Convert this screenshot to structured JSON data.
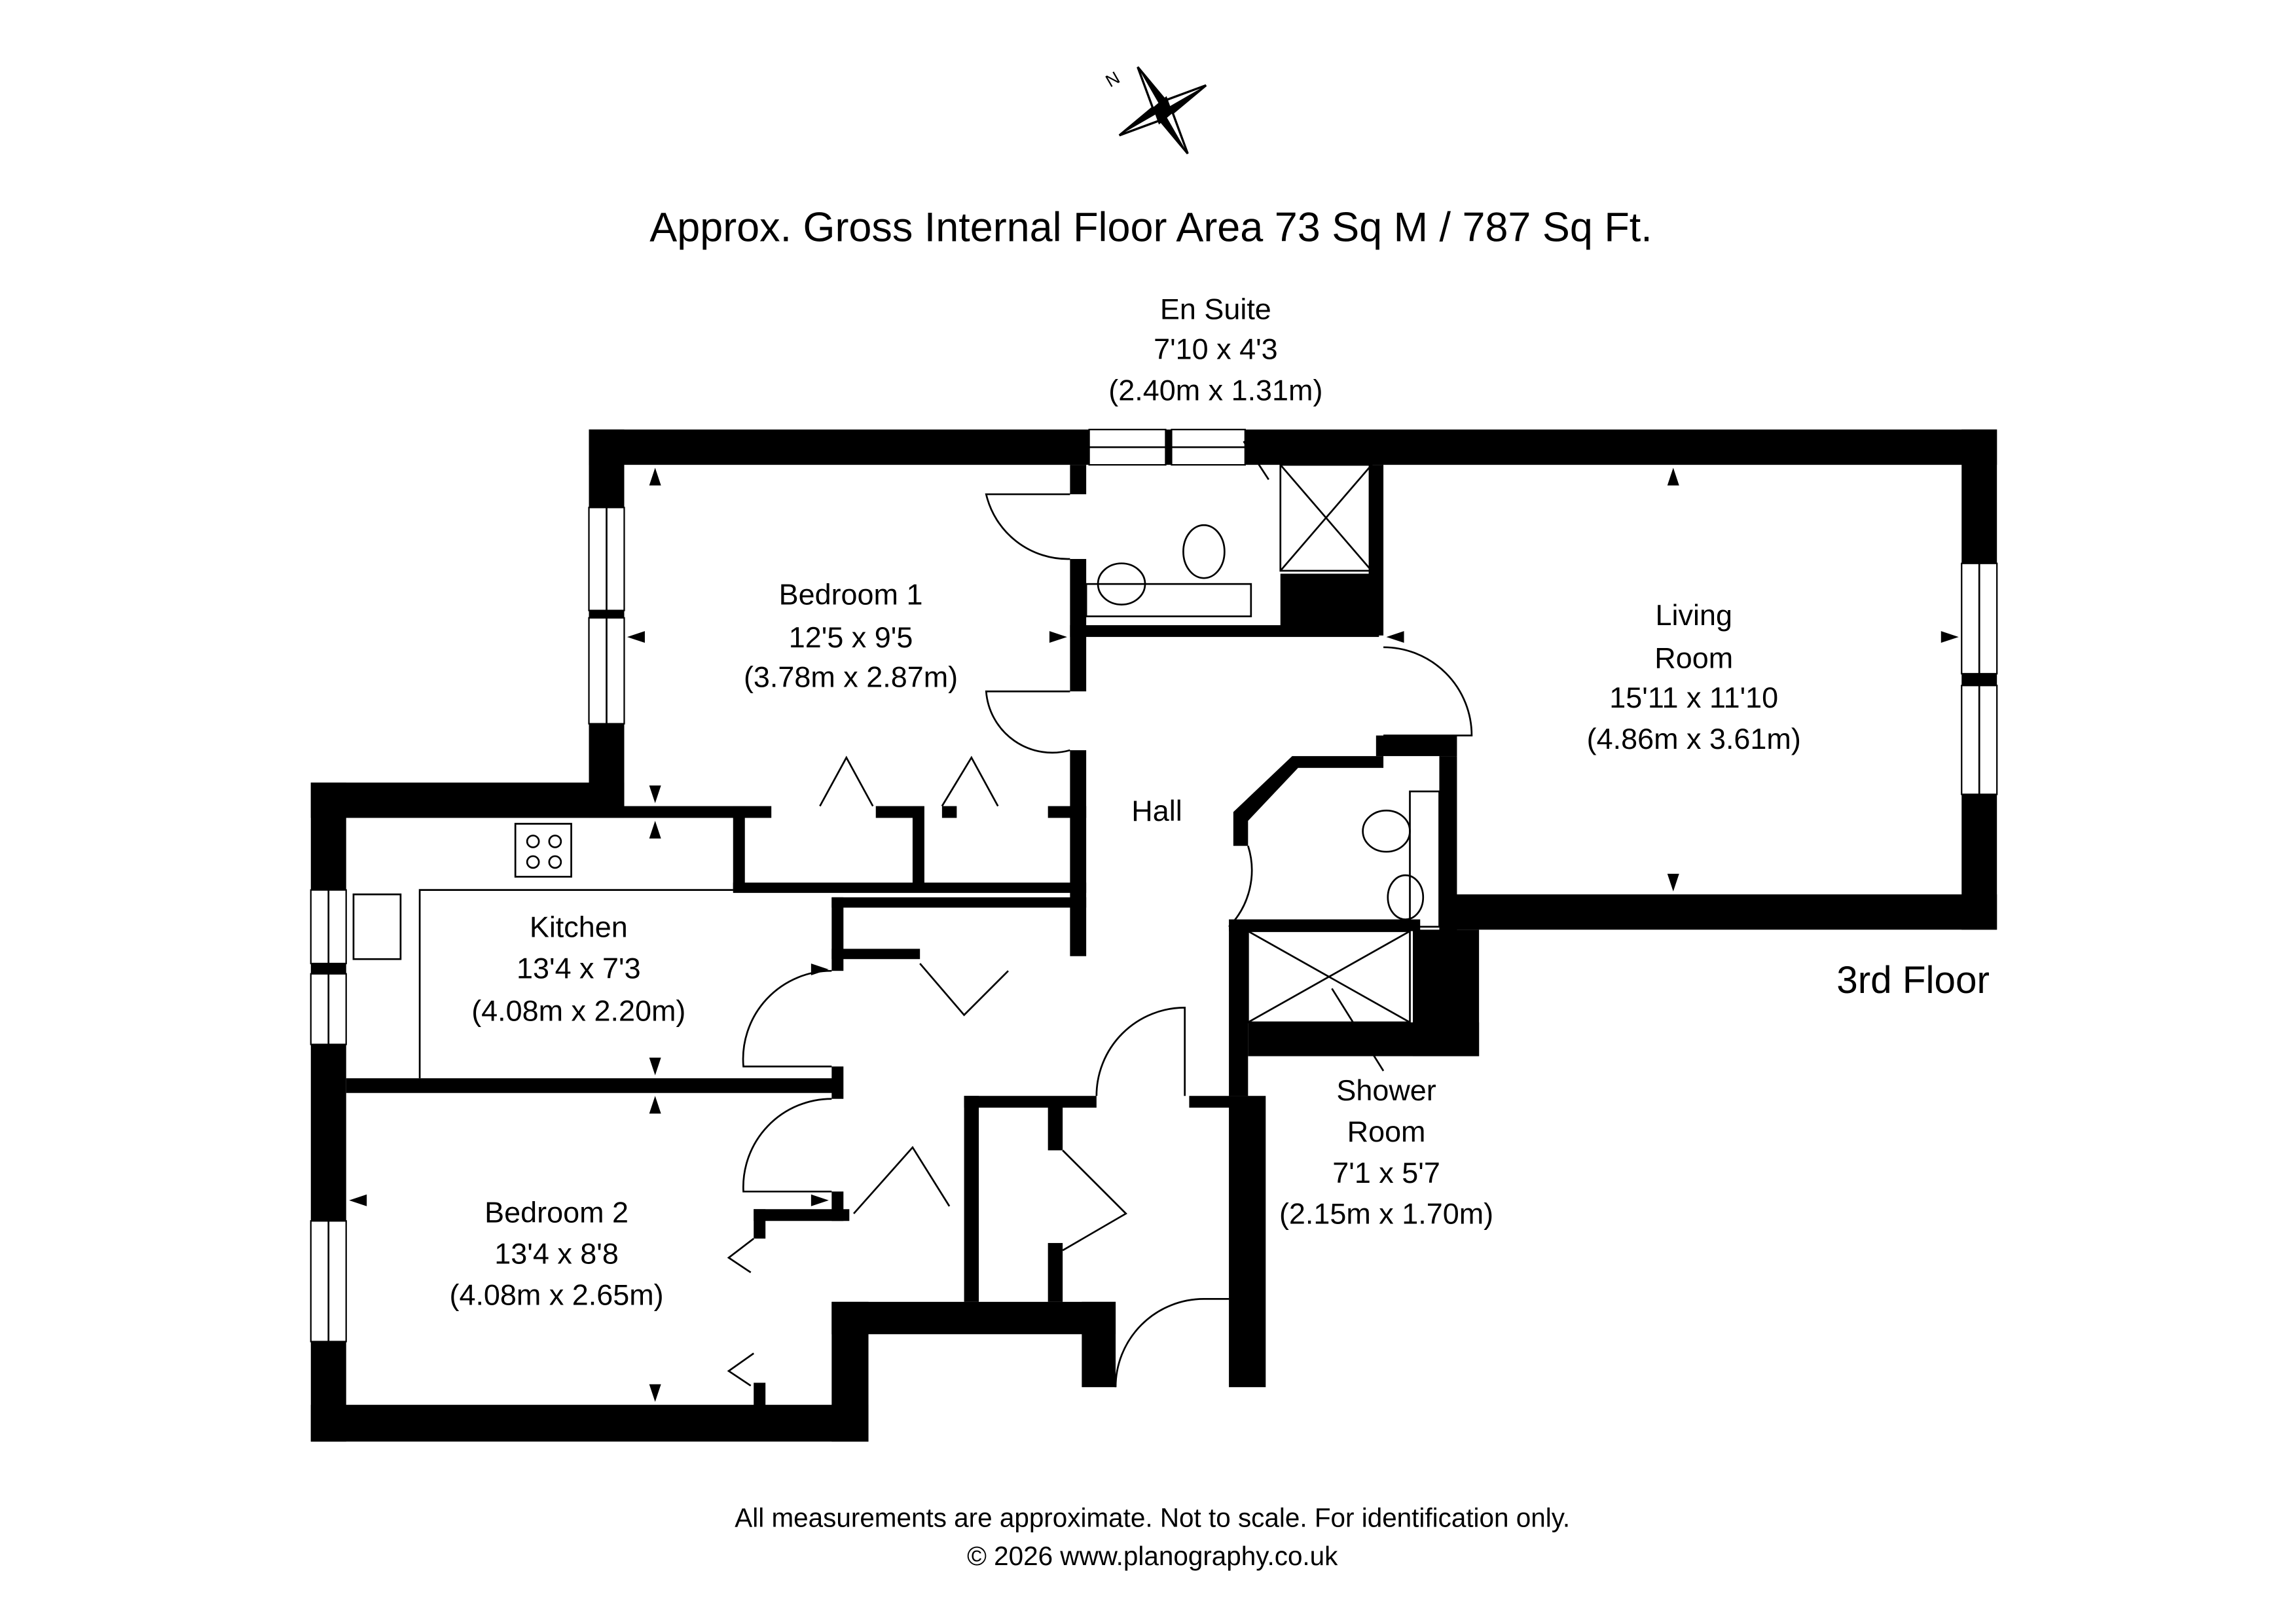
{
  "title": "Approx. Gross Internal Floor Area 73 Sq M / 787 Sq Ft.",
  "floor_label": "3rd Floor",
  "compass": {
    "north_label": "N"
  },
  "rooms": {
    "en_suite": {
      "name": "En Suite",
      "imperial": "7'10 x 4'3",
      "metric": "(2.40m x 1.31m)"
    },
    "bedroom1": {
      "name": "Bedroom 1",
      "imperial": "12'5 x 9'5",
      "metric": "(3.78m x 2.87m)"
    },
    "living": {
      "name1": "Living",
      "name2": "Room",
      "imperial": "15'11 x 11'10",
      "metric": "(4.86m x 3.61m)"
    },
    "hall": {
      "name": "Hall"
    },
    "kitchen": {
      "name": "Kitchen",
      "imperial": "13'4 x 7'3",
      "metric": "(4.08m x 2.20m)"
    },
    "bedroom2": {
      "name": "Bedroom 2",
      "imperial": "13'4 x 8'8",
      "metric": "(4.08m x 2.65m)"
    },
    "shower": {
      "name1": "Shower",
      "name2": "Room",
      "imperial": "7'1 x 5'7",
      "metric": "(2.15m x 1.70m)"
    }
  },
  "footer": {
    "disclaimer": "All measurements are approximate. Not to scale. For identification only.",
    "copyright": "© 2026 www.planography.co.uk"
  }
}
